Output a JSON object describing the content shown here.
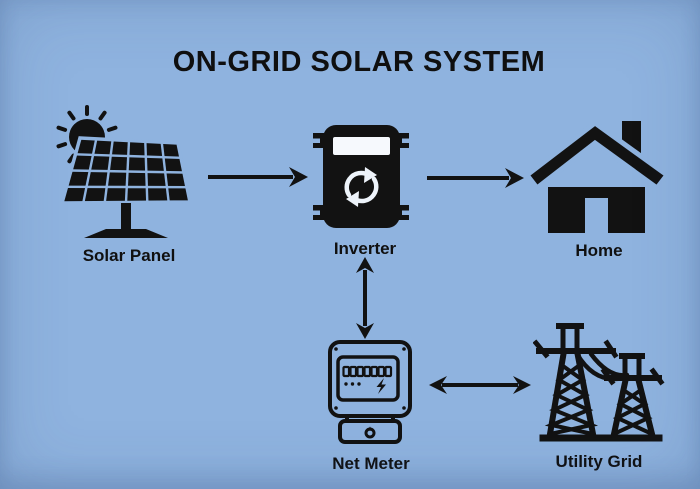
{
  "title": "ON-GRID SOLAR SYSTEM",
  "colors": {
    "background": "#8fb3df",
    "ink": "#121212"
  },
  "nodes": {
    "solar_panel": {
      "label": "Solar Panel",
      "icon": "solar-panel-sun-icon"
    },
    "inverter": {
      "label": "Inverter",
      "icon": "inverter-icon"
    },
    "home": {
      "label": "Home",
      "icon": "house-icon"
    },
    "net_meter": {
      "label": "Net Meter",
      "icon": "electric-meter-icon"
    },
    "utility_grid": {
      "label": "Utility Grid",
      "icon": "transmission-towers-icon"
    }
  },
  "connections": [
    {
      "from": "Solar Panel",
      "to": "Inverter",
      "type": "one-way",
      "direction": "right"
    },
    {
      "from": "Inverter",
      "to": "Home",
      "type": "one-way",
      "direction": "right"
    },
    {
      "from": "Inverter",
      "to": "Net Meter",
      "type": "two-way",
      "direction": "vertical"
    },
    {
      "from": "Net Meter",
      "to": "Utility Grid",
      "type": "two-way",
      "direction": "horizontal"
    }
  ]
}
